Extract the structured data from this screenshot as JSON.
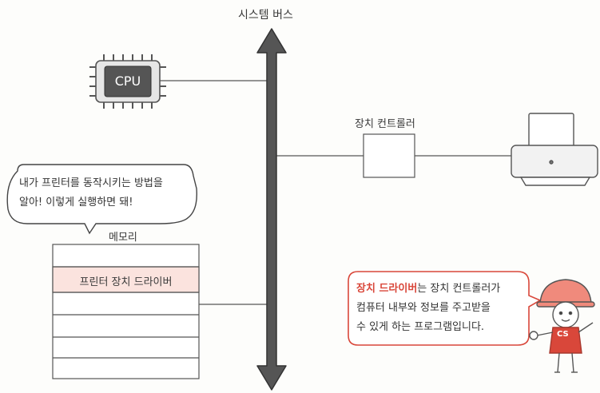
{
  "bus": {
    "label": "시스템 버스"
  },
  "cpu": {
    "label": "CPU"
  },
  "controller": {
    "label": "장치 컨트롤러"
  },
  "memory": {
    "label": "메모리",
    "rows": [
      "",
      "프린터 장치 드라이버",
      "",
      "",
      "",
      ""
    ]
  },
  "speech_left": {
    "line1": "내가 프린터를 동작시키는 방법을",
    "line2": "알아! 이렇게 실행하면 돼!"
  },
  "speech_right": {
    "highlight": "장치 드라이버",
    "rest1": "는 장치 컨트롤러가",
    "line2": "컴퓨터 내부와 정보를 주고받을",
    "line3": "수 있게 하는 프로그램입니다."
  },
  "character": {
    "badge": "CS"
  },
  "colors": {
    "accent": "#d9473a",
    "highlight_row": "#fbe3de",
    "ink": "#4a4a4a"
  }
}
